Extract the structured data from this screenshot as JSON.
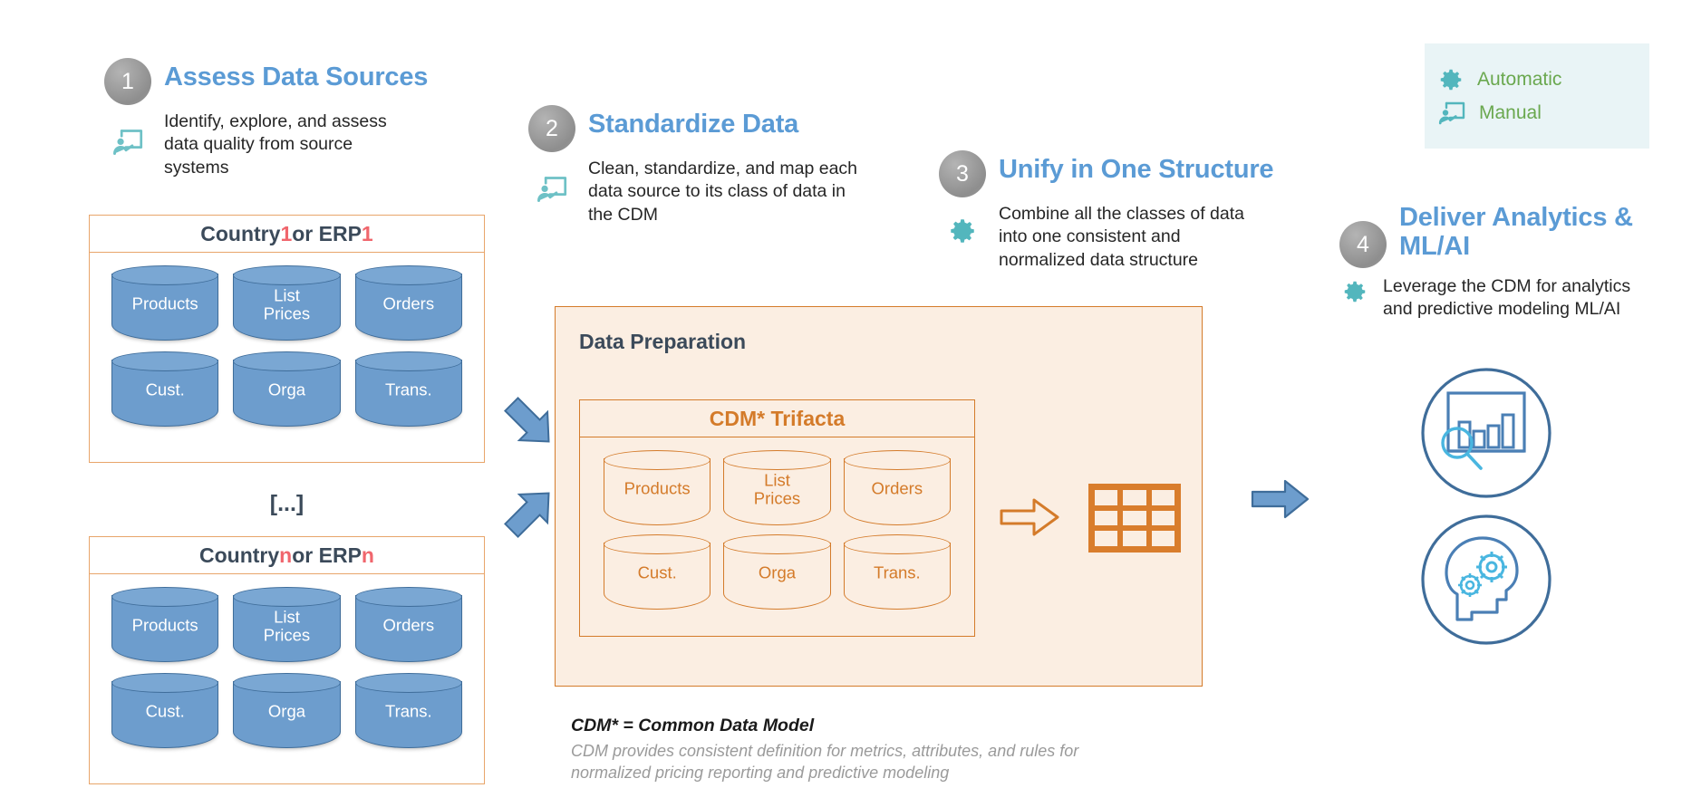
{
  "legend": {
    "items": [
      {
        "icon": "gear-icon",
        "label": "Automatic"
      },
      {
        "icon": "manual-presentation-icon",
        "label": "Manual"
      }
    ],
    "bg_color": "#e9f4f6",
    "label_color": "#6aa84f"
  },
  "steps": [
    {
      "number": "1",
      "title": "Assess Data Sources",
      "desc": "Identify, explore, and assess\ndata quality from source\nsystems",
      "icon": "manual-presentation-icon"
    },
    {
      "number": "2",
      "title": "Standardize Data",
      "desc": "Clean, standardize, and map each\ndata source to its class of data in\nthe CDM",
      "icon": "manual-presentation-icon"
    },
    {
      "number": "3",
      "title": "Unify in One Structure",
      "desc": "Combine all the classes of data\ninto one consistent and\nnormalized data structure",
      "icon": "gear-icon"
    },
    {
      "number": "4",
      "title": "Deliver Analytics &\nML/AI",
      "desc": "Leverage the CDM for analytics\nand predictive modeling ML/AI",
      "icon": "gear-icon"
    }
  ],
  "sources": {
    "ellipsis": "[...]",
    "boxes": [
      {
        "title_prefix": "Country ",
        "title_var": "1",
        "title_mid": " or ERP ",
        "title_var2": "1",
        "cylinders": [
          "Products",
          "List\nPrices",
          "Orders",
          "Cust.",
          "Orga",
          "Trans."
        ]
      },
      {
        "title_prefix": "Country ",
        "title_var": "n",
        "title_mid": " or ERP ",
        "title_var2": "n",
        "cylinders": [
          "Products",
          "List\nPrices",
          "Orders",
          "Cust.",
          "Orga",
          "Trans."
        ]
      }
    ]
  },
  "preparation": {
    "title": "Data Preparation",
    "cdm_title": "CDM* Trifacta",
    "cylinders": [
      "Products",
      "List\nPrices",
      "Orders",
      "Cust.",
      "Orga",
      "Trans."
    ]
  },
  "footnote": {
    "line1": "CDM* = Common Data Model",
    "line2": "CDM provides consistent definition for metrics, attributes, and rules for\nnormalized pricing reporting and predictive modeling"
  },
  "outcomes": [
    {
      "icon": "analytics-chart-magnifier-icon"
    },
    {
      "icon": "head-gears-ai-icon"
    }
  ],
  "colors": {
    "accent_blue": "#5b9bd5",
    "orange": "#d47b2a",
    "teal": "#53b6bd",
    "green": "#6aa84f",
    "red": "#f0666d",
    "prep_bg": "#fbeee2"
  }
}
